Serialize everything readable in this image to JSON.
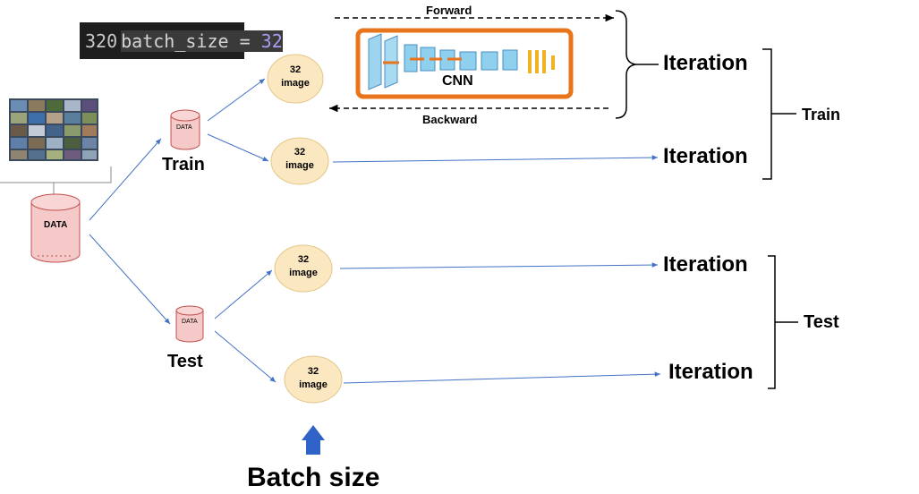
{
  "code": {
    "line_number": "320",
    "prefix": "batch_size = ",
    "value": "32"
  },
  "dataset": {
    "label": "DATA"
  },
  "train_db": {
    "label": "DATA",
    "caption": "Train"
  },
  "test_db": {
    "label": "DATA",
    "caption": "Test"
  },
  "batches": [
    {
      "count": "32",
      "unit": "image"
    },
    {
      "count": "32",
      "unit": "image"
    },
    {
      "count": "32",
      "unit": "image"
    },
    {
      "count": "32",
      "unit": "image"
    }
  ],
  "cnn": {
    "label": "CNN",
    "forward": "Forward",
    "backward": "Backward"
  },
  "iterations": [
    "Iteration",
    "Iteration",
    "Iteration",
    "Iteration"
  ],
  "groups": {
    "train": "Train",
    "test": "Test"
  },
  "batch_size_label": "Batch size",
  "colors": {
    "cylinder_fill": "#f6c9c9",
    "cylinder_stroke": "#c0504d",
    "ellipse_fill": "#fbe8c0",
    "ellipse_stroke": "#e3c68a",
    "arrow": "#4472c4",
    "cnn_border": "#e8741c",
    "up_arrow": "#2f63c8"
  }
}
